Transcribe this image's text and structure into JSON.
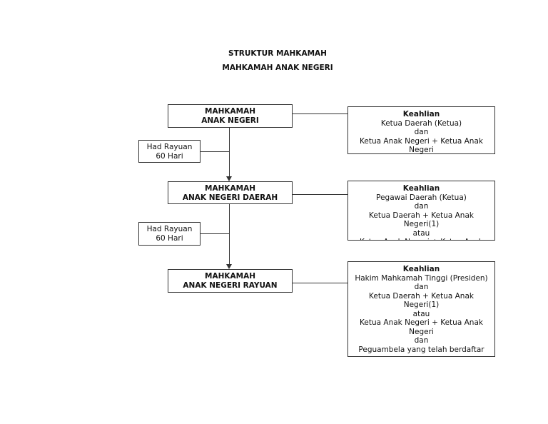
{
  "title": "STRUKTUR MAHKAMAH",
  "subtitle": "MAHKAMAH ANAK NEGERI",
  "courts": [
    {
      "lines": [
        "MAHKAMAH",
        "ANAK NEGERI"
      ]
    },
    {
      "lines": [
        "MAHKAMAH",
        "ANAK NEGERI DAERAH"
      ]
    },
    {
      "lines": [
        "MAHKAMAH",
        "ANAK NEGERI RAYUAN"
      ]
    }
  ],
  "appeals": [
    {
      "lines": [
        "Had Rayuan",
        "60 Hari"
      ]
    },
    {
      "lines": [
        "Had Rayuan",
        "60 Hari"
      ]
    }
  ],
  "expertise": [
    {
      "heading": "Keahlian",
      "lines": [
        "Ketua Daerah (Ketua)",
        "dan",
        "Ketua Anak Negeri + Ketua Anak",
        "Negeri"
      ]
    },
    {
      "heading": "Keahlian",
      "lines": [
        "Pegawai Daerah (Ketua)",
        "dan",
        "Ketua Daerah + Ketua Anak",
        "Negeri(1)",
        "atau",
        "Ketua Anak Negeri + Ketua Anak"
      ]
    },
    {
      "heading": "Keahlian",
      "lines": [
        "Hakim Mahkamah Tinggi (Presiden)",
        "dan",
        "Ketua Daerah + Ketua Anak",
        "Negeri(1)",
        "atau",
        "Ketua Anak Negeri + Ketua Anak",
        "Negeri",
        "dan",
        "Peguambela yang telah berdaftar"
      ]
    }
  ]
}
